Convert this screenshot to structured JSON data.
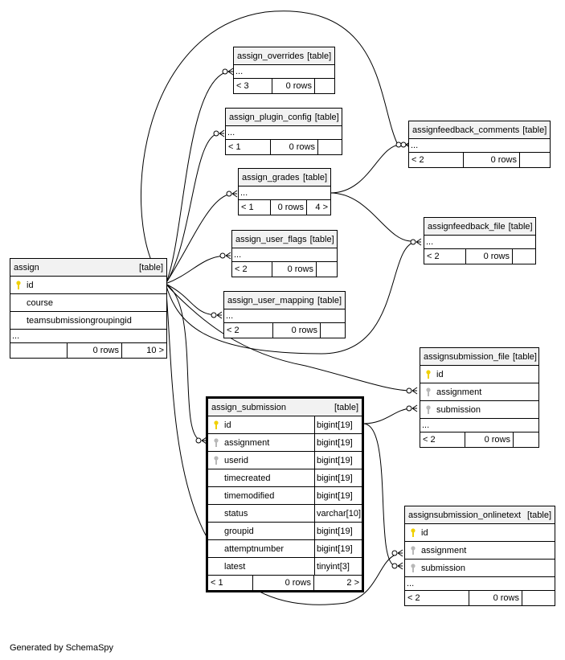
{
  "credit": "Generated by SchemaSpy",
  "tables": {
    "assign": {
      "name": "assign",
      "tag": "[table]",
      "columns": [
        "id",
        "course",
        "teamsubmissiongroupingid"
      ],
      "ellipsis": "...",
      "footer": [
        "",
        "0 rows",
        "10 >"
      ]
    },
    "assign_overrides": {
      "name": "assign_overrides",
      "tag": "[table]",
      "ellipsis": "...",
      "footer": [
        "< 3",
        "0 rows",
        ""
      ]
    },
    "assign_plugin_config": {
      "name": "assign_plugin_config",
      "tag": "[table]",
      "ellipsis": "...",
      "footer": [
        "< 1",
        "0 rows",
        ""
      ]
    },
    "assign_grades": {
      "name": "assign_grades",
      "tag": "[table]",
      "ellipsis": "...",
      "footer": [
        "< 1",
        "0 rows",
        "4 >"
      ]
    },
    "assign_user_flags": {
      "name": "assign_user_flags",
      "tag": "[table]",
      "ellipsis": "...",
      "footer": [
        "< 2",
        "0 rows",
        ""
      ]
    },
    "assign_user_mapping": {
      "name": "assign_user_mapping",
      "tag": "[table]",
      "ellipsis": "...",
      "footer": [
        "< 2",
        "0 rows",
        ""
      ]
    },
    "assignfeedback_comments": {
      "name": "assignfeedback_comments",
      "tag": "[table]",
      "ellipsis": "...",
      "footer": [
        "< 2",
        "0 rows",
        ""
      ]
    },
    "assignfeedback_file": {
      "name": "assignfeedback_file",
      "tag": "[table]",
      "ellipsis": "...",
      "footer": [
        "< 2",
        "0 rows",
        ""
      ]
    },
    "assignsubmission_file": {
      "name": "assignsubmission_file",
      "tag": "[table]",
      "columns": [
        "id",
        "assignment",
        "submission"
      ],
      "ellipsis": "...",
      "footer": [
        "< 2",
        "0 rows",
        ""
      ]
    },
    "assign_submission": {
      "name": "assign_submission",
      "tag": "[table]",
      "columns": [
        {
          "name": "id",
          "type": "bigint[19]"
        },
        {
          "name": "assignment",
          "type": "bigint[19]"
        },
        {
          "name": "userid",
          "type": "bigint[19]"
        },
        {
          "name": "timecreated",
          "type": "bigint[19]"
        },
        {
          "name": "timemodified",
          "type": "bigint[19]"
        },
        {
          "name": "status",
          "type": "varchar[10]"
        },
        {
          "name": "groupid",
          "type": "bigint[19]"
        },
        {
          "name": "attemptnumber",
          "type": "bigint[19]"
        },
        {
          "name": "latest",
          "type": "tinyint[3]"
        }
      ],
      "footer": [
        "< 1",
        "0 rows",
        "2 >"
      ]
    },
    "assignsubmission_onlinetext": {
      "name": "assignsubmission_onlinetext",
      "tag": "[table]",
      "columns": [
        "id",
        "assignment",
        "submission"
      ],
      "ellipsis": "...",
      "footer": [
        "< 2",
        "0 rows",
        ""
      ]
    }
  },
  "colors": {
    "primary_key": "#f0d000",
    "foreign_key": "#b8b8b8",
    "header_bg": "#f2f2f2"
  }
}
